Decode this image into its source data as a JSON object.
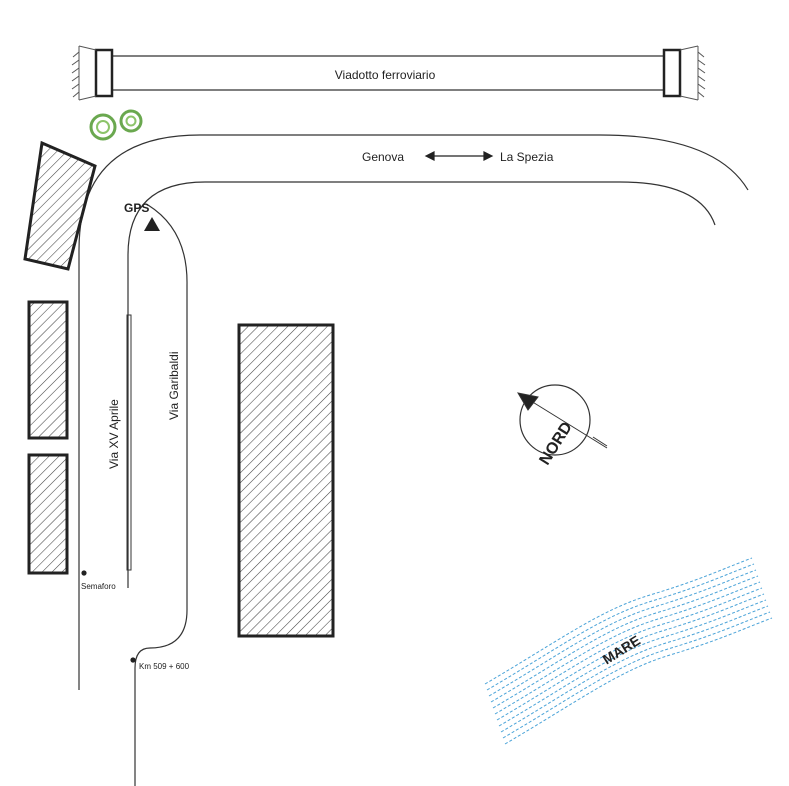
{
  "labels": {
    "viaduct": "Viadotto ferroviario",
    "route_from": "Genova",
    "route_to": "La Spezia",
    "gps": "GPS",
    "street_xv_aprile": "Via XV Aprile",
    "street_garibaldi": "Via Garibaldi",
    "semaforo": "Semaforo",
    "km_marker": "Km 509 + 600",
    "compass": "NORD",
    "sea": "MARE"
  },
  "colors": {
    "ink": "#333333",
    "tree": "#6aa84f",
    "sea": "#4aa3d8",
    "paper": "#ffffff"
  }
}
